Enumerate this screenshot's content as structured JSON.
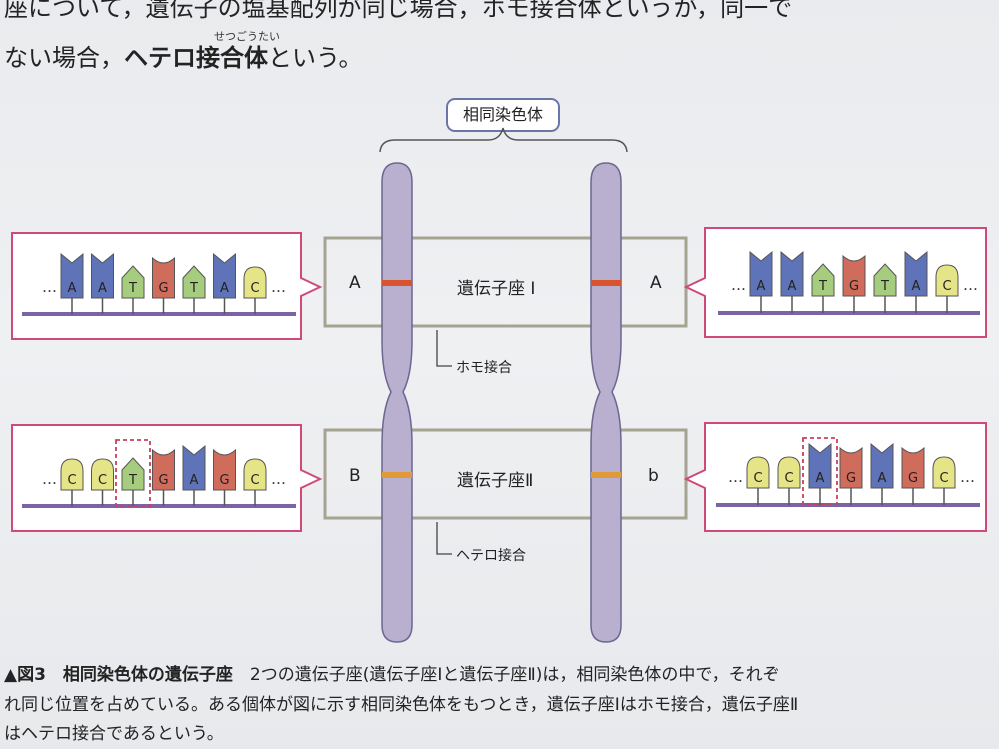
{
  "intro": {
    "line1": "座について，遺伝子の塩基配列が同じ場合，ホモ接合体というが，同一で",
    "line2_prefix": "ない場合，",
    "term": "ヘテロ接合体",
    "line2_suffix": "という。",
    "ruby": "せつごうたい"
  },
  "diagram": {
    "pill_label": "相同染色体",
    "locus1": {
      "label": "遺伝子座 Ⅰ",
      "left_allele": "A",
      "right_allele": "A",
      "note": "ホモ接合"
    },
    "locus2": {
      "label": "遺伝子座Ⅱ",
      "left_allele": "B",
      "right_allele": "b",
      "note": "ヘテロ接合"
    },
    "ellipsis": "…",
    "seq_top_left": [
      "A",
      "A",
      "T",
      "G",
      "T",
      "A",
      "C"
    ],
    "seq_top_right": [
      "A",
      "A",
      "T",
      "G",
      "T",
      "A",
      "C"
    ],
    "seq_bottom_left": [
      "C",
      "C",
      "T",
      "G",
      "A",
      "G",
      "C"
    ],
    "seq_bottom_right": [
      "C",
      "C",
      "A",
      "G",
      "A",
      "G",
      "C"
    ],
    "colors": {
      "A": "#5f73b8",
      "T": "#a6cc7e",
      "G": "#cf6c5c",
      "C": "#e5e486",
      "backbone": "#7b64a6",
      "frame": "#a5a391",
      "panel_border": "#cf4a78",
      "chromosome": "#b9afcf",
      "band_top": "#d9532f",
      "band_bottom": "#e09a3a"
    }
  },
  "caption": {
    "figure": "▲図3",
    "title": "相同染色体の遺伝子座",
    "line1_rest": "2つの遺伝子座(遺伝子座Ⅰと遺伝子座Ⅱ)は，相同染色体の中で，それぞ",
    "line2": "れ同じ位置を占めている。ある個体が図に示す相同染色体をもつとき，遺伝子座Ⅰはホモ接合，遺伝子座Ⅱ",
    "line3": "はヘテロ接合であるという。"
  }
}
